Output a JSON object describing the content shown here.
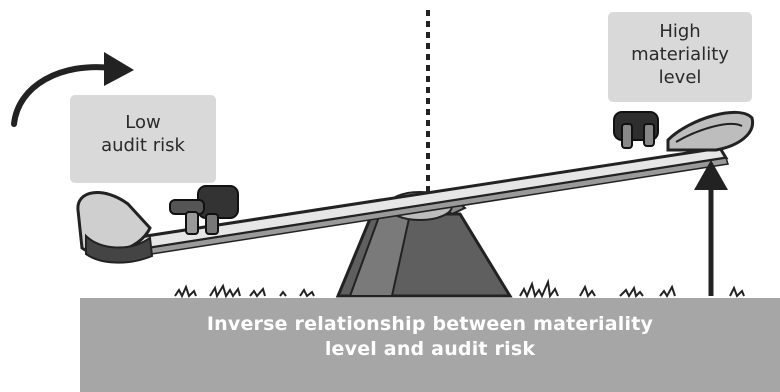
{
  "labels": {
    "low_audit_risk": {
      "line1": "Low",
      "line2": "audit risk"
    },
    "high_materiality_level": {
      "line1": "High",
      "line2": "materiality",
      "line3": "level"
    }
  },
  "caption": {
    "line1": "Inverse relationship between materiality",
    "line2": "level and audit risk"
  },
  "colors": {
    "ground": "#a6a6a6",
    "label_box": "#d9d9d9",
    "seesaw_base": "#5f5f5f",
    "plank": "#e6e6e6",
    "outline": "#222222"
  },
  "icons": [
    "curved-arrow-icon",
    "up-arrow-icon",
    "seesaw-icon",
    "figure-icon"
  ]
}
